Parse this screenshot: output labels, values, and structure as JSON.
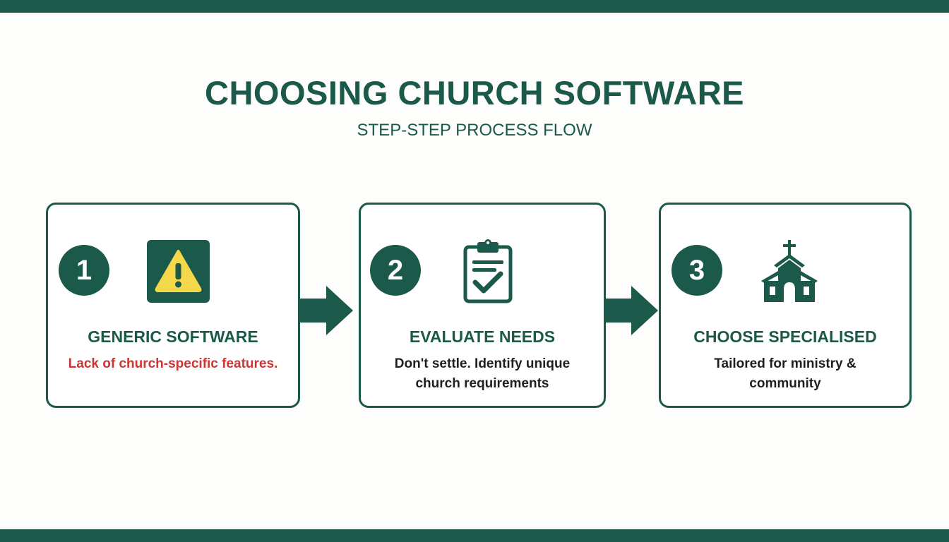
{
  "title": "CHOOSING CHURCH SOFTWARE",
  "subtitle": "STEP-STEP PROCESS FLOW",
  "colors": {
    "primary": "#1b5a4b",
    "warning_fill": "#f4d84a",
    "warning_text": "#cf3434"
  },
  "steps": [
    {
      "number": "1",
      "icon": "warning-icon",
      "heading": "GENERIC SOFTWARE",
      "description": "Lack of church-specific features."
    },
    {
      "number": "2",
      "icon": "clipboard-check-icon",
      "heading": "EVALUATE NEEDS",
      "description": "Don't settle. Identify unique church requirements"
    },
    {
      "number": "3",
      "icon": "church-icon",
      "heading": "CHOOSE SPECIALISED",
      "description": "Tailored for ministry & community"
    }
  ]
}
